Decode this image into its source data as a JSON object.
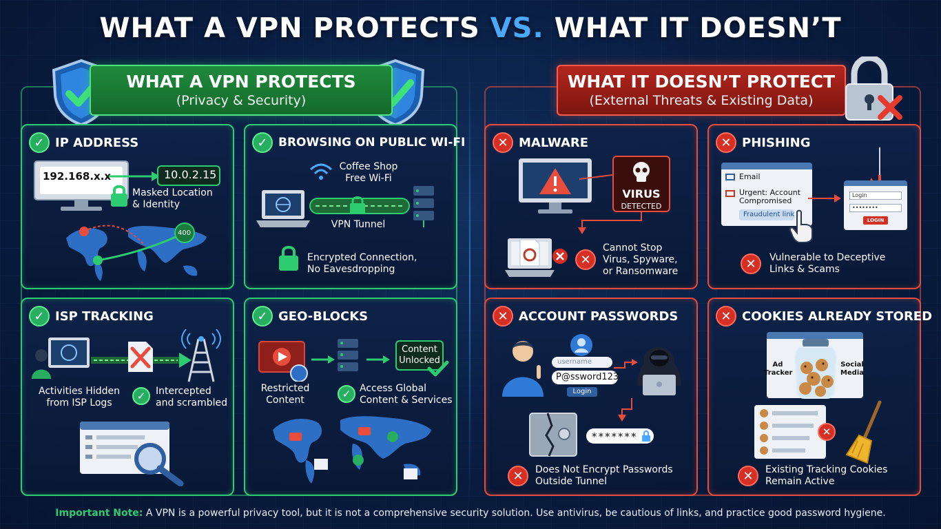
{
  "title": {
    "part1": "WHAT A VPN PROTECTS ",
    "vs": "VS.",
    "part2": " WHAT IT DOESN’T"
  },
  "left_banner": {
    "line1": "WHAT A VPN PROTECTS",
    "line2": "(Privacy & Security)"
  },
  "right_banner": {
    "line1": "WHAT IT DOESN’T PROTECT",
    "line2": "(External Threats & Existing Data)"
  },
  "cards": {
    "ip": {
      "title": "IP ADDRESS",
      "ip_from": "192.168.x.x",
      "ip_to": "10.0.2.15",
      "caption1": "Masked Location",
      "caption2": "& Identity",
      "map_badge": "400"
    },
    "wifi": {
      "title": "BROWSING ON PUBLIC WI-FI",
      "hotspot1": "Coffee Shop",
      "hotspot2": "Free Wi-Fi",
      "tunnel": "VPN Tunnel",
      "caption1": "Encrypted Connection,",
      "caption2": "No Eavesdropping"
    },
    "isp": {
      "title": "ISP TRACKING",
      "caption_left1": "Activities Hidden",
      "caption_left2": "from ISP Logs",
      "caption_right1": "Intercepted",
      "caption_right2": "and scrambled"
    },
    "geo": {
      "title": "GEO-BLOCKS",
      "restricted1": "Restricted",
      "restricted2": "Content",
      "unlocked1": "Content",
      "unlocked2": "Unlocked",
      "caption1": "Access Global",
      "caption2": "Content & Services"
    },
    "malware": {
      "title": "MALWARE",
      "virus1": "VIRUS",
      "virus2": "DETECTED",
      "caption1": "Cannot Stop",
      "caption2": "Virus, Spyware,",
      "caption3": "or Ransomware"
    },
    "phishing": {
      "title": "PHISHING",
      "email": "Email",
      "urgent1": "Urgent: Account",
      "urgent2": "Compromised",
      "link": "Fraudulent link",
      "login_field": "Login",
      "login_pass": "••••••••",
      "login_button": "LOGIN",
      "caption1": "Vulnerable to Deceptive",
      "caption2": "Links & Scams"
    },
    "passwords": {
      "title": "ACCOUNT PASSWORDS",
      "username": "username",
      "password": "P@ssword123",
      "login": "Login",
      "masked": "*******",
      "caption1": "Does Not Encrypt Passwords",
      "caption2": "Outside Tunnel"
    },
    "cookies": {
      "title": "COOKIES ALREADY STORED",
      "ad1": "Ad",
      "ad2": "Tracker",
      "social1": "Social",
      "social2": "Media",
      "caption1": "Existing Tracking Cookies",
      "caption2": "Remain Active"
    }
  },
  "note": {
    "label": "Important Note:",
    "text": " A VPN is a powerful privacy tool, but it is not a comprehensive security solution. Use antivirus, be cautious of links, and practice good password hygiene."
  },
  "colors": {
    "protect": "#2ecc71",
    "danger": "#e74c3c",
    "accent": "#4aa8ff",
    "background": "#0a1f44"
  }
}
